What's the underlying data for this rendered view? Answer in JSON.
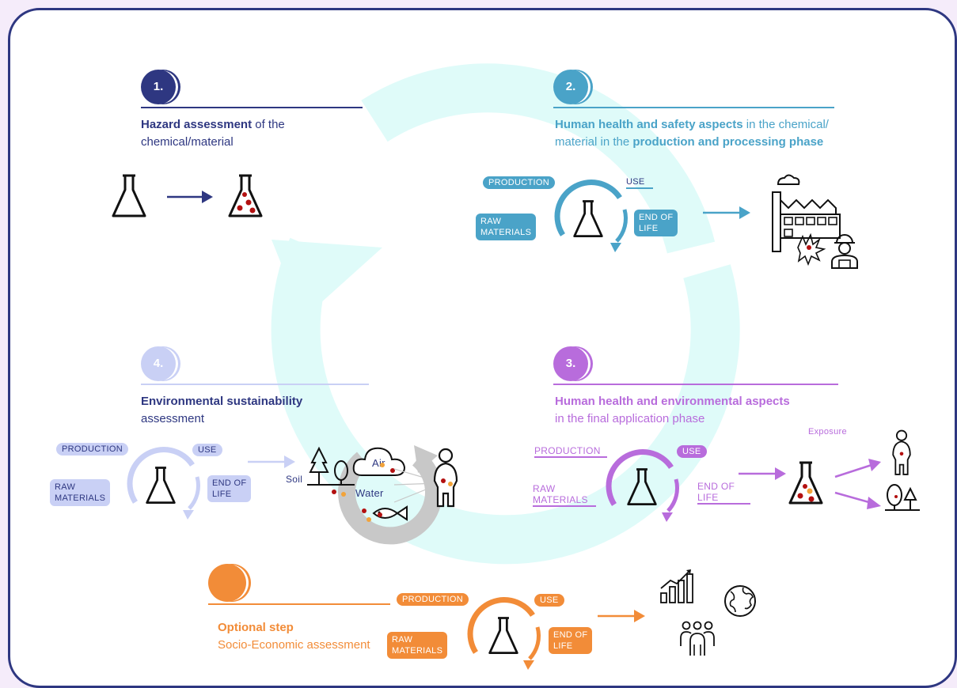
{
  "colors": {
    "navy": "#2e3781",
    "teal": "#4aa3c8",
    "lavender": "#c9d0f5",
    "purple": "#b86cdc",
    "orange": "#f28c38",
    "cycle_bg": "#dffbf9"
  },
  "step1": {
    "number": "1.",
    "title_bold": "Hazard assessment",
    "title_rest": " of the",
    "title_line2": "chemical/material",
    "icons": [
      "flask-icon",
      "arrow-right-icon",
      "contaminated-flask-icon"
    ]
  },
  "step2": {
    "number": "2.",
    "title_bold": "Human health and safety aspects",
    "title_rest": " in the chemical/",
    "title_line2_pre": "material in the ",
    "title_line2_bold": "production and processing phase",
    "production": "PRODUCTION",
    "use": "USE",
    "raw_materials": "RAW\nMATERIALS",
    "end_of_life": "END OF\nLIFE",
    "icons": [
      "factory-icon",
      "worker-icon"
    ]
  },
  "step3": {
    "number": "3.",
    "title_line1": "Human health and environmental aspects",
    "title_line2": "in the final application phase",
    "exposure": "Exposure",
    "production": "PRODUCTION",
    "use": "USE",
    "raw_materials": "RAW\nMATERIALS",
    "end_of_life": "END OF\nLIFE",
    "icons": [
      "person-icon",
      "trees-icon"
    ]
  },
  "step4": {
    "number": "4.",
    "title_bold": "Environmental sustainability",
    "title_line2": "assessment",
    "production": "PRODUCTION",
    "use": "USE",
    "raw_materials": "RAW\nMATERIALS",
    "end_of_life": "END OF\nLIFE",
    "soil": "Soil",
    "air": "Air",
    "water": "Water",
    "icons": [
      "cloud-icon",
      "fish-icon",
      "trees-icon",
      "person-icon"
    ]
  },
  "optional": {
    "title_bold": "Optional step",
    "title_line2": "Socio-Economic assessment",
    "production": "PRODUCTION",
    "use": "USE",
    "raw_materials": "RAW\nMATERIALS",
    "end_of_life": "END OF\nLIFE",
    "icons": [
      "growth-chart-icon",
      "globe-icon",
      "people-group-icon"
    ]
  }
}
